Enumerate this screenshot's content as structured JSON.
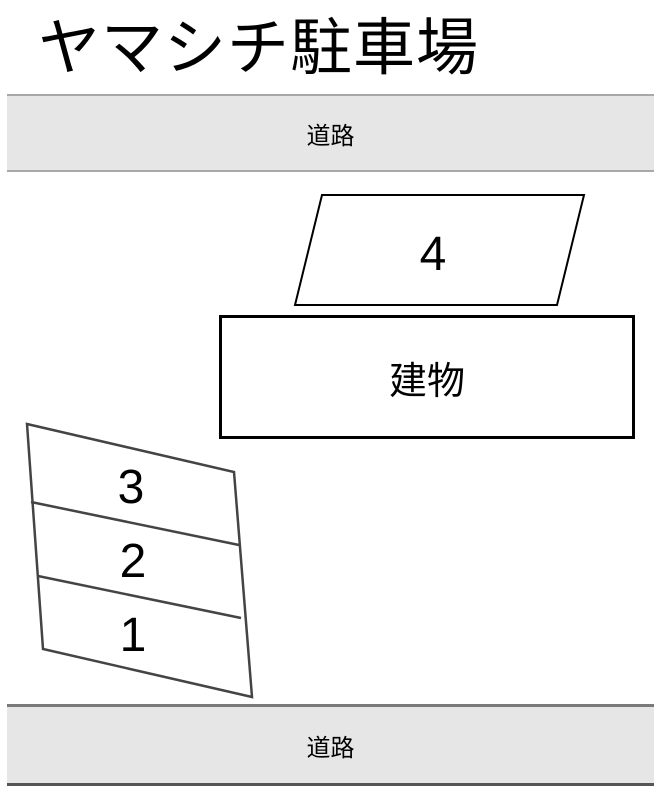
{
  "title": "ヤマシチ駐車場",
  "roads": {
    "top": {
      "label": "道路"
    },
    "bottom": {
      "label": "道路"
    }
  },
  "building": {
    "label": "建物"
  },
  "parking_spaces": [
    {
      "number": "1"
    },
    {
      "number": "2"
    },
    {
      "number": "3"
    },
    {
      "number": "4"
    }
  ],
  "colors": {
    "road_fill": "#e6e6e6",
    "road_border": "#a8a8a8",
    "outline": "#000000",
    "stall_outline": "#444444"
  }
}
